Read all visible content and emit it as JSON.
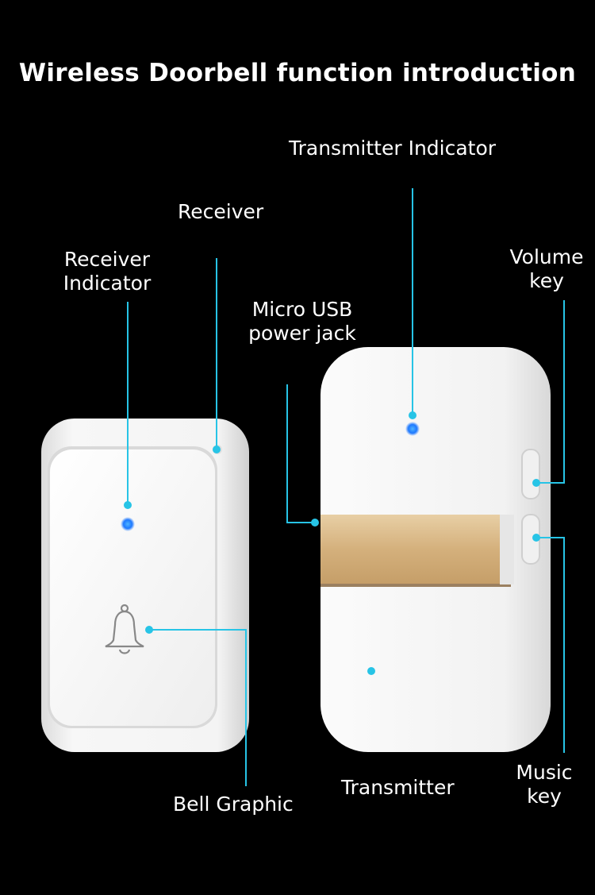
{
  "title": "Wireless Doorbell function introduction",
  "labels": {
    "transmitter_indicator": "Transmitter Indicator",
    "receiver": "Receiver",
    "receiver_indicator_line1": "Receiver",
    "receiver_indicator_line2": "Indicator",
    "micro_usb_line1": "Micro USB",
    "micro_usb_line2": "power jack",
    "volume_key_line1": "Volume",
    "volume_key_line2": "key",
    "bell_graphic": "Bell Graphic",
    "transmitter": "Transmitter",
    "music_key_line1": "Music",
    "music_key_line2": "key"
  },
  "colors": {
    "background": "#000000",
    "callout": "#27c4e6",
    "led": "#1e90ff",
    "gold_band": "#d9b98a",
    "device_body": "#f4f4f4"
  },
  "icons": [
    "bell-icon"
  ]
}
